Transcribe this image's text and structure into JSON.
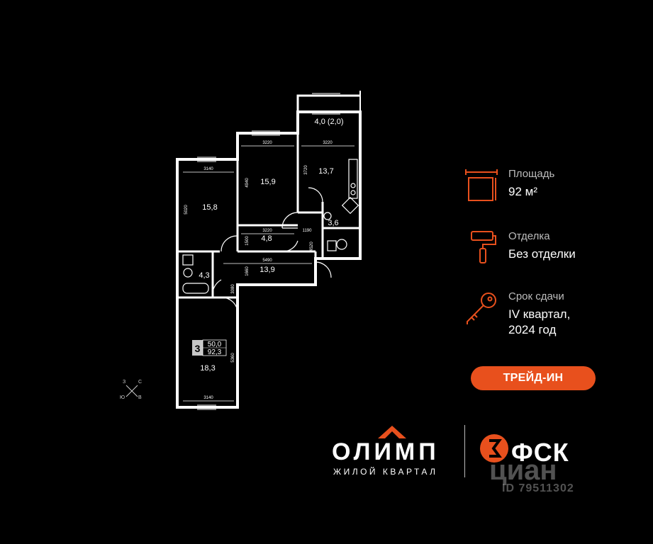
{
  "plan": {
    "rooms": [
      {
        "id": "balcony",
        "area": "4,0 (2,0)"
      },
      {
        "id": "bedroom-left",
        "area": "15,8"
      },
      {
        "id": "bedroom-middle",
        "area": "15,9"
      },
      {
        "id": "kitchen",
        "area": "13,7"
      },
      {
        "id": "wc",
        "area": "3,6"
      },
      {
        "id": "closet",
        "area": "4,8"
      },
      {
        "id": "bathroom",
        "area": "4,3"
      },
      {
        "id": "hall",
        "area": "13,9"
      },
      {
        "id": "living",
        "area": "18,3"
      }
    ],
    "dimensions": [
      "3140",
      "5020",
      "3220",
      "4940",
      "3220",
      "3720",
      "3220",
      "1500",
      "1190",
      "4520",
      "5490",
      "1660",
      "3080",
      "5360",
      "3140"
    ],
    "summary": {
      "rooms_count": "3",
      "living_area": "50,0",
      "total_area": "92,3"
    },
    "compass": {
      "north": "С",
      "south": "Ю",
      "west": "З",
      "east": "В"
    }
  },
  "info": {
    "area_label": "Площадь",
    "area_value": "92 м²",
    "finish_label": "Отделка",
    "finish_value": "Без отделки",
    "deadline_label": "Срок сдачи",
    "deadline_value_line1": "IV квартал,",
    "deadline_value_line2": "2024 год"
  },
  "trade_in_label": "ТРЕЙД-ИН",
  "branding": {
    "olimp_name": "ОЛИМП",
    "olimp_subtitle": "ЖИЛОЙ КВАРТАЛ",
    "fsk_name": "ФСК"
  },
  "watermark": {
    "brand": "циан",
    "id": "ID 79511302"
  },
  "colors": {
    "accent": "#e8501d",
    "background": "#000000",
    "wall": "#ffffff"
  }
}
